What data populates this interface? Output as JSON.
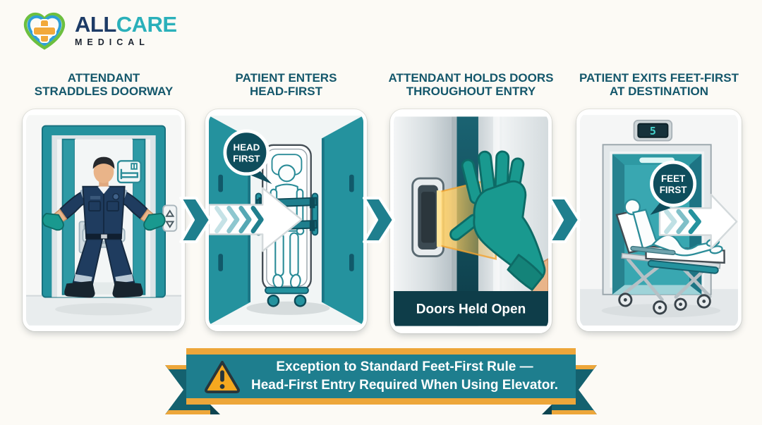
{
  "logo": {
    "name_part1": "ALL",
    "name_part2": "CARE",
    "line2": "MEDICAL"
  },
  "steps": [
    {
      "title_line1": "ATTENDANT",
      "title_line2": "STRADDLES DOORWAY"
    },
    {
      "title_line1": "PATIENT ENTERS",
      "title_line2": "HEAD-FIRST",
      "bubble_line1": "HEAD",
      "bubble_line2": "FIRST"
    },
    {
      "title_line1": "ATTENDANT HOLDS DOORS",
      "title_line2": "THROUGHOUT ENTRY",
      "caption": "Doors Held Open"
    },
    {
      "title_line1": "PATIENT EXITS FEET-FIRST",
      "title_line2": "AT DESTINATION",
      "bubble_line1": "FEET",
      "bubble_line2": "FIRST",
      "floor_display": "5"
    }
  ],
  "banner": {
    "line1": "Exception to Standard Feet-First Rule —",
    "line2": "Head-First Entry Required When Using Elevator."
  },
  "colors": {
    "teal": "#24929e",
    "dark_teal": "#0e4d5c",
    "deep_teal_bar": "#0e3d49",
    "navy_uniform": "#1f3c5f",
    "glove_teal": "#19998f",
    "gold": "#eda63a",
    "banner_band": "#1e7e8e",
    "banner_tail": "#14616f",
    "header_text": "#14576b",
    "background": "#fcfaf5"
  }
}
